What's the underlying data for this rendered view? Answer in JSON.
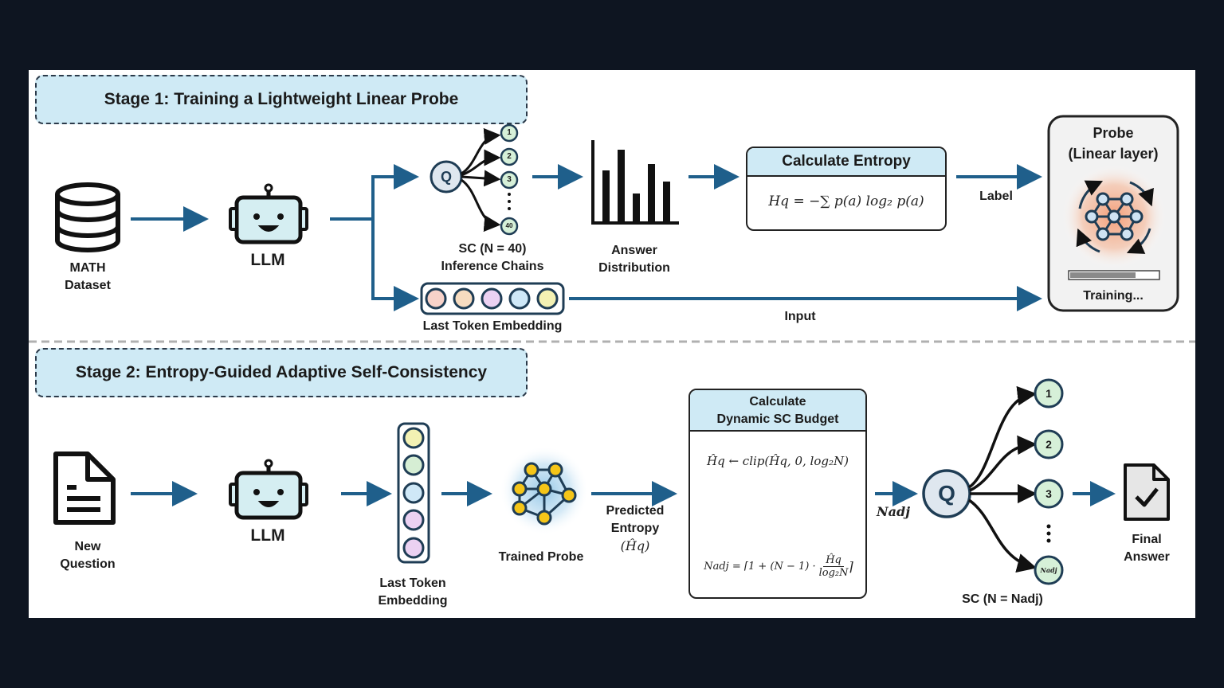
{
  "stage1": {
    "title": "Stage 1: Training a Lightweight Linear Probe",
    "dataset_label_1": "MATH",
    "dataset_label_2": "Dataset",
    "llm_label": "LLM",
    "q_label": "Q",
    "chain_nodes": [
      "1",
      "2",
      "3",
      "40"
    ],
    "sc_label": "SC (N = 40)",
    "chains_label": "Inference Chains",
    "answer_label_1": "Answer",
    "answer_label_2": "Distribution",
    "entropy_title": "Calculate Entropy",
    "entropy_formula": "Hq = −∑ p(a) log₂ p(a)",
    "label_text": "Label",
    "input_text": "Input",
    "embedding_label": "Last Token Embedding",
    "probe_title_1": "Probe",
    "probe_title_2": "(Linear layer)",
    "training_label": "Training..."
  },
  "stage2": {
    "title": "Stage 2: Entropy-Guided Adaptive Self-Consistency",
    "question_label_1": "New",
    "question_label_2": "Question",
    "llm_label": "LLM",
    "embedding_label_1": "Last Token",
    "embedding_label_2": "Embedding",
    "probe_label": "Trained Probe",
    "predicted_1": "Predicted",
    "predicted_2": "Entropy",
    "predicted_3": "(Ĥq)",
    "budget_title_1": "Calculate",
    "budget_title_2": "Dynamic SC Budget",
    "clip_formula": "Ĥq ← clip(Ĥq, 0, log₂N)",
    "nadj_formula_left": "Nadj = ⌈1 + (N − 1) ·",
    "nadj_frac_num": "Ĥq",
    "nadj_frac_den": "log₂N",
    "nadj_arrow_label": "Nadj",
    "q_label": "Q",
    "chain_nodes": [
      "1",
      "2",
      "3",
      "Nadj"
    ],
    "sc_label": "SC (N = Nadj)",
    "final_1": "Final",
    "final_2": "Answer"
  },
  "colors": {
    "arrow": "#1f5f8b",
    "stage_fill": "#cfeaf5",
    "node_green": "#d6f0d8",
    "probe_glow": "#f4a27f",
    "emb_colors": [
      "#f7d2c9",
      "#f7dcc0",
      "#ebd1f2",
      "#cfe8f7",
      "#f3f1b3"
    ],
    "emb2_colors": [
      "#f3f1b3",
      "#d6eed4",
      "#cfe8f7",
      "#ebd1f2",
      "#ebd1f2"
    ]
  },
  "icons": [
    "database-icon",
    "robot-icon",
    "bar-chart-icon",
    "neural-network-icon",
    "document-icon",
    "checked-document-icon"
  ]
}
